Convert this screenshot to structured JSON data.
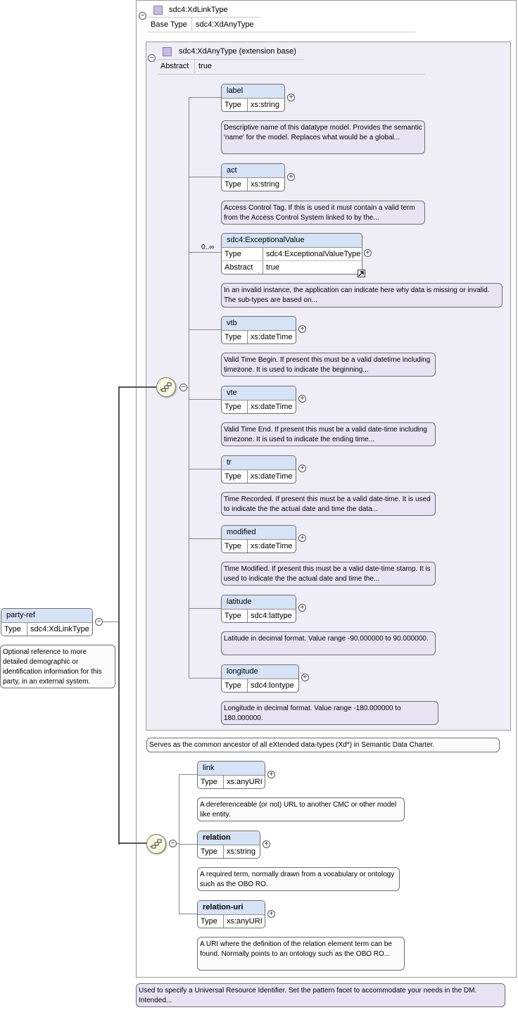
{
  "xdlink": {
    "name": "sdc4:XdLinkType",
    "base_type_label": "Base Type",
    "base_type_value": "sdc4:XdAnyType",
    "doc": "Used to specify a Universal Resource Identifier. Set the pattern facet to accommodate your needs in the DM. Intended..."
  },
  "xdany": {
    "name": "sdc4:XdAnyType (extension base)",
    "abstract_label": "Abstract",
    "abstract_value": "true",
    "doc": "Serves as the common ancestor of all eXtended data-types (Xd*) in Semantic Data Charter.",
    "elements": {
      "label": {
        "name": "label",
        "type_label": "Type",
        "type": "xs:string",
        "doc": "Descriptive name of this datatype model. Provides the semantic 'name' for the model. Replaces what would be a global..."
      },
      "act": {
        "name": "act",
        "type_label": "Type",
        "type": "xs:string",
        "doc": "Access Control Tag. If this is used it must contain a valid term from the Access Control System linked to by the..."
      },
      "exval": {
        "name": "sdc4:ExceptionalValue",
        "cardinality": "0..∞",
        "type_label": "Type",
        "type": "sdc4:ExceptionalValueType",
        "abstract_label": "Abstract",
        "abstract": "true",
        "doc": "In an invalid instance, the application can indicate here why data is missing or invalid. The sub-types are based on..."
      },
      "vtb": {
        "name": "vtb",
        "type_label": "Type",
        "type": "xs:dateTime",
        "doc": "Valid Time Begin. If present this must be a valid datetime including timezone. It is used to indicate the beginning..."
      },
      "vte": {
        "name": "vte",
        "type_label": "Type",
        "type": "xs:dateTime",
        "doc": "Valid Time End. If present this must be a valid date-time including timezone. It is used to indicate the ending time..."
      },
      "tr": {
        "name": "tr",
        "type_label": "Type",
        "type": "xs:dateTime",
        "doc": "Time Recorded. If present this must be a valid date-time. It is used to indicate the the actual date and time the data..."
      },
      "modified": {
        "name": "modified",
        "type_label": "Type",
        "type": "xs:dateTime",
        "doc": "Time Modified. If present this must be a valid date-time stamp. It is used to indicate the the actual date and time the..."
      },
      "latitude": {
        "name": "latitude",
        "type_label": "Type",
        "type": "sdc4:lattype",
        "doc": "Latitude in decimal format. Value range -90.000000 to 90.000000."
      },
      "longitude": {
        "name": "longitude",
        "type_label": "Type",
        "type": "sdc4:lontype",
        "doc": "Longitude in decimal format. Value range -180.000000 to 180.000000."
      }
    }
  },
  "link_elements": {
    "link": {
      "name": "link",
      "type_label": "Type",
      "type": "xs:anyURI",
      "doc": "A dereferenceable (or not) URL to another CMC or other model like entity."
    },
    "relation": {
      "name": "relation",
      "type_label": "Type",
      "type": "xs:string",
      "doc": "A required term, normally drawn from a vocabulary or ontology such as the OBO RO."
    },
    "relation_uri": {
      "name": "relation-uri",
      "type_label": "Type",
      "type": "xs:anyURI",
      "doc": "A URI where the definition of the relation element term can be found. Normally points to an ontology such as the OBO RO..."
    }
  },
  "party_ref": {
    "name": "party-ref",
    "type_label": "Type",
    "type": "sdc4:XdLinkType",
    "doc": "Optional reference to more detailed demographic or identification information for this party, in an external system."
  },
  "colors": {
    "element_header": "#d6e2f5",
    "type_box": "#efeef6",
    "doc_lilac": "#e8e3f3",
    "sequence_fill": "#fbf9dd"
  },
  "icons": {
    "collapse": "minus-circle",
    "expand": "plus-circle",
    "sequence": "sequence-compositor",
    "type": "complex-type"
  }
}
